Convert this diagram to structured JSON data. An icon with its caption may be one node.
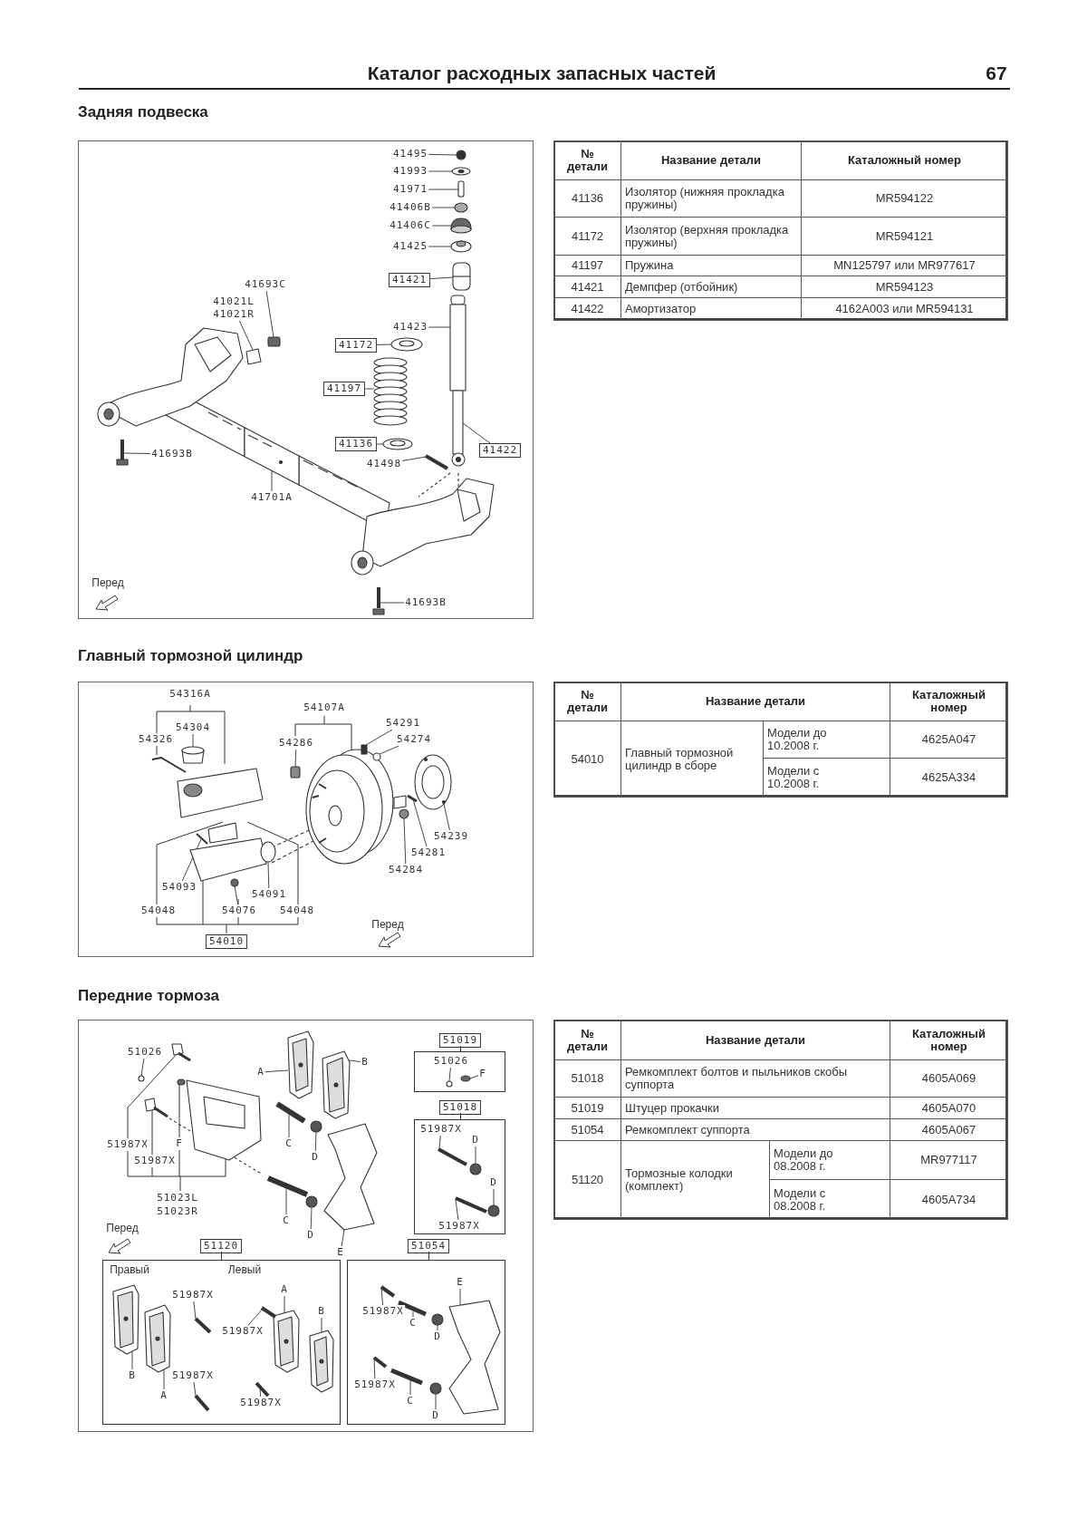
{
  "diagram": {
    "title": "Каталог расходных запасных частей",
    "nodes": [
      {
        "text": [
          "Задняя подвеска"
        ]
      },
      {
        "text": [
          "41495"
        ],
        "in": 0
      },
      {
        "text": [
          "41993"
        ],
        "in": 0
      },
      {
        "text": [
          "41971"
        ],
        "in": 0
      },
      {
        "text": [
          "41406B"
        ],
        "in": 0
      },
      {
        "text": [
          "41406C"
        ],
        "in": 0
      },
      {
        "text": [
          "41425"
        ],
        "in": 0
      },
      {
        "text": [
          "41421"
        ],
        "in": 0
      },
      {
        "text": [
          "41423"
        ],
        "in": 0
      },
      {
        "text": [
          "41172"
        ],
        "in": 0
      },
      {
        "text": [
          "41197"
        ],
        "in": 0
      },
      {
        "text": [
          "41136"
        ],
        "in": 0
      },
      {
        "text": [
          "41498"
        ],
        "in": 0
      },
      {
        "text": [
          "41422"
        ],
        "in": 0
      },
      {
        "text": [
          "41693C"
        ],
        "in": 0
      },
      {
        "text": [
          "41021L",
          "41021R"
        ],
        "in": 0
      },
      {
        "text": [
          "41693B"
        ],
        "in": 0
      },
      {
        "text": [
          "41701A"
        ],
        "in": 0
      },
      {
        "text": [
          "41693B"
        ],
        "in": 0
      },
      {
        "text": [
          "Главный тормозной цилиндр"
        ]
      },
      {
        "text": [
          "54304"
        ],
        "in": 19
      },
      {
        "text": [
          "54286"
        ],
        "in": 19
      },
      {
        "text": [
          "54291"
        ],
        "in": 19
      },
      {
        "text": [
          "54274"
        ],
        "in": 19
      },
      {
        "text": [
          "54239"
        ],
        "in": 19
      },
      {
        "text": [
          "54281"
        ],
        "in": 19
      },
      {
        "text": [
          "54284"
        ],
        "in": 19
      },
      {
        "text": [
          "54093"
        ],
        "in": 19
      },
      {
        "text": [
          "54091"
        ],
        "in": 19
      },
      {
        "text": [
          "54076"
        ],
        "in": 19
      },
      {
        "text": [
          "54010"
        ],
        "in": 19
      },
      {
        "text": [
          "Передние тормоза"
        ]
      },
      {
        "text": [
          "51026"
        ],
        "in": 31
      },
      {
        "text": [
          "A"
        ],
        "in": 31
      },
      {
        "text": [
          "B"
        ],
        "in": 31
      },
      {
        "text": [
          "C"
        ],
        "in": 31
      },
      {
        "text": [
          "D"
        ],
        "in": 31
      },
      {
        "text": [
          "C"
        ],
        "in": 31
      },
      {
        "text": [
          "D"
        ],
        "in": 31
      },
      {
        "text": [
          "E"
        ],
        "in": 31
      },
      {
        "text": [
          "51019"
        ],
        "in": 31
      },
      {
        "text": [
          "51026"
        ],
        "in": 40
      },
      {
        "text": [
          "F"
        ],
        "in": 40
      },
      {
        "text": [
          "51018"
        ],
        "in": 31
      },
      {
        "text": [
          "51987X"
        ],
        "in": 43
      },
      {
        "text": [
          "D"
        ],
        "in": 43
      },
      {
        "text": [
          "D"
        ],
        "in": 43
      },
      {
        "text": [
          "51987X"
        ],
        "in": 43
      },
      {
        "text": [
          "51120"
        ],
        "in": 31
      },
      {
        "text": [
          "B"
        ],
        "in": 48
      },
      {
        "text": [
          "A"
        ],
        "in": 48
      },
      {
        "text": [
          "51987X"
        ],
        "in": 48
      },
      {
        "text": [
          "51987X"
        ],
        "in": 48
      },
      {
        "text": [
          "A"
        ],
        "in": 48
      },
      {
        "text": [
          "51987X"
        ],
        "in": 48
      },
      {
        "text": [
          "B"
        ],
        "in": 48
      },
      {
        "text": [
          "51987X"
        ],
        "in": 48
      },
      {
        "text": [
          "51054"
        ],
        "in": 31
      },
      {
        "text": [
          "51987X"
        ],
        "in": 57
      },
      {
        "text": [
          "C"
        ],
        "in": 57
      },
      {
        "text": [
          "D"
        ],
        "in": 57
      },
      {
        "text": [
          "E"
        ],
        "in": 57
      },
      {
        "text": [
          "51987X"
        ],
        "in": 57
      },
      {
        "text": [
          "C"
        ],
        "in": 57
      },
      {
        "text": [
          "D"
        ],
        "in": 57
      },
      {
        "text": [],
        "shape": "circle",
        "in": 0
      },
      {
        "text": [],
        "shape": "picture",
        "in": 0
      },
      {
        "text": [],
        "shape": "box",
        "in": 0
      },
      {
        "text": [],
        "shape": "circle",
        "in": 0
      },
      {
        "text": [],
        "shape": "box",
        "in": 0
      },
      {
        "text": [],
        "shape": "picture",
        "in": 0
      },
      {
        "text": [],
        "shape": "picture",
        "in": 0
      },
      {
        "text": [],
        "shape": "box",
        "in": 0
      },
      {
        "text": [],
        "shape": "box",
        "in": 0
      },
      {
        "text": [],
        "shape": "picture",
        "in": 0
      },
      {
        "text": [],
        "shape": "picture",
        "in": 0
      },
      {
        "text": [],
        "shape": "picture",
        "in": 0
      },
      {
        "text": [],
        "shape": "picture",
        "in": 0
      },
      {
        "text": [],
        "shape": "box",
        "in": 0
      },
      {
        "text": [],
        "shape": "picture",
        "in": 0
      },
      {
        "text": [],
        "shape": "picture",
        "in": 0
      },
      {
        "text": [],
        "shape": "picture",
        "in": 0
      },
      {
        "text": [],
        "shape": "picture",
        "in": 0
      },
      {
        "text": [],
        "shape": "box",
        "in": 19
      },
      {
        "text": [],
        "shape": "box",
        "in": 19
      },
      {
        "text": [],
        "shape": "box",
        "in": 19
      },
      {
        "text": [],
        "shape": "circle",
        "in": 19
      },
      {
        "text": [],
        "shape": "picture",
        "in": 19
      },
      {
        "text": [],
        "shape": "picture",
        "in": 19
      },
      {
        "text": [],
        "shape": "circle",
        "in": 19
      },
      {
        "text": [],
        "shape": "picture",
        "in": 19
      },
      {
        "text": [],
        "shape": "circle",
        "in": 19
      },
      {
        "text": [],
        "shape": "circle",
        "in": 19
      },
      {
        "text": [],
        "shape": "circle",
        "in": 31
      },
      {
        "text": [],
        "shape": "picture",
        "in": 31
      },
      {
        "text": [],
        "shape": "picture",
        "in": 31
      },
      {
        "text": [],
        "shape": "picture",
        "in": 31
      },
      {
        "text": [],
        "shape": "circle",
        "in": 31
      },
      {
        "text": [],
        "shape": "picture",
        "in": 31
      },
      {
        "text": [],
        "shape": "circle",
        "in": 31
      },
      {
        "text": [],
        "shape": "picture",
        "in": 31
      },
      {
        "text": [],
        "shape": "circle",
        "in": 40
      },
      {
        "text": [],
        "shape": "circle",
        "in": 40
      },
      {
        "text": [],
        "shape": "picture",
        "in": 43
      },
      {
        "text": [],
        "shape": "circle",
        "in": 43
      },
      {
        "text": [],
        "shape": "circle",
        "in": 43
      },
      {
        "text": [],
        "shape": "picture",
        "in": 43
      },
      {
        "text": [],
        "shape": "picture",
        "in": 48
      },
      {
        "text": [],
        "shape": "picture",
        "in": 48
      },
      {
        "text": [],
        "shape": "picture",
        "in": 48
      },
      {
        "text": [],
        "shape": "picture",
        "in": 48
      },
      {
        "text": [],
        "shape": "picture",
        "in": 48
      },
      {
        "text": [],
        "shape": "picture",
        "in": 48
      },
      {
        "text": [],
        "shape": "picture",
        "in": 48
      },
      {
        "text": [],
        "shape": "picture",
        "in": 48
      },
      {
        "text": [],
        "shape": "picture",
        "in": 57
      },
      {
        "text": [],
        "shape": "picture",
        "in": 57
      },
      {
        "text": [],
        "shape": "circle",
        "in": 57
      },
      {
        "text": [],
        "shape": "picture",
        "in": 57
      },
      {
        "text": [],
        "shape": "picture",
        "in": 57
      },
      {
        "text": [],
        "shape": "picture",
        "in": 57
      },
      {
        "text": [],
        "shape": "circle",
        "in": 57
      }
    ],
    "edges": [
      {
        "from": 1,
        "to": 65,
        "arrow": "none"
      },
      {
        "from": 2,
        "to": 66,
        "arrow": "none"
      },
      {
        "from": 3,
        "to": 67,
        "arrow": "none"
      },
      {
        "from": 4,
        "to": 68,
        "arrow": "none"
      },
      {
        "from": 5,
        "to": 69,
        "arrow": "none"
      },
      {
        "from": 6,
        "to": 70,
        "arrow": "none"
      },
      {
        "from": 7,
        "to": 71,
        "arrow": "none"
      },
      {
        "from": 8,
        "to": 72,
        "arrow": "none"
      },
      {
        "from": 9,
        "to": 74,
        "arrow": "none"
      },
      {
        "from": 10,
        "to": 75,
        "arrow": "none"
      },
      {
        "from": 11,
        "to": 76,
        "arrow": "none"
      },
      {
        "from": 12,
        "to": 77,
        "arrow": "none"
      },
      {
        "from": 13,
        "to": 73,
        "arrow": "none"
      },
      {
        "from": 14,
        "to": 78,
        "arrow": "none"
      },
      {
        "from": 15,
        "to": 79,
        "arrow": "none"
      },
      {
        "from": 16,
        "to": 80,
        "arrow": "none"
      },
      {
        "from": 17,
        "to": 81,
        "arrow": "none"
      },
      {
        "from": 18,
        "to": 82,
        "arrow": "none"
      },
      {
        "from": 20,
        "to": 83,
        "arrow": "none"
      },
      {
        "from": 21,
        "to": 84,
        "arrow": "none"
      },
      {
        "from": 22,
        "to": 85,
        "arrow": "none"
      },
      {
        "from": 23,
        "to": 86,
        "arrow": "none"
      },
      {
        "from": 24,
        "to": 87,
        "arrow": "none"
      },
      {
        "from": 25,
        "to": 88,
        "arrow": "none"
      },
      {
        "from": 26,
        "to": 89,
        "arrow": "none"
      },
      {
        "from": 27,
        "to": 90,
        "arrow": "none"
      },
      {
        "from": 28,
        "to": 91,
        "arrow": "none"
      },
      {
        "from": 29,
        "to": 92,
        "arrow": "none"
      },
      {
        "from": 32,
        "to": 93,
        "arrow": "none"
      },
      {
        "from": 33,
        "to": 94,
        "arrow": "none"
      },
      {
        "from": 34,
        "to": 95,
        "arrow": "none"
      },
      {
        "from": 35,
        "to": 96,
        "arrow": "none"
      },
      {
        "from": 36,
        "to": 97,
        "arrow": "none"
      },
      {
        "from": 37,
        "to": 98,
        "arrow": "none"
      },
      {
        "from": 38,
        "to": 99,
        "arrow": "none"
      },
      {
        "from": 39,
        "to": 100,
        "arrow": "none"
      },
      {
        "from": 41,
        "to": 101,
        "arrow": "none"
      },
      {
        "from": 42,
        "to": 102,
        "arrow": "none"
      },
      {
        "from": 44,
        "to": 103,
        "arrow": "none"
      },
      {
        "from": 45,
        "to": 104,
        "arrow": "none"
      },
      {
        "from": 46,
        "to": 105,
        "arrow": "none"
      },
      {
        "from": 47,
        "to": 106,
        "arrow": "none"
      },
      {
        "from": 49,
        "to": 107,
        "arrow": "none"
      },
      {
        "from": 50,
        "to": 108,
        "arrow": "none"
      },
      {
        "from": 51,
        "to": 109,
        "arrow": "none"
      },
      {
        "from": 52,
        "to": 110,
        "arrow": "none"
      },
      {
        "from": 53,
        "to": 111,
        "arrow": "none"
      },
      {
        "from": 54,
        "to": 112,
        "arrow": "none"
      },
      {
        "from": 55,
        "to": 113,
        "arrow": "none"
      },
      {
        "from": 56,
        "to": 114,
        "arrow": "none"
      },
      {
        "from": 58,
        "to": 115,
        "arrow": "none"
      },
      {
        "from": 59,
        "to": 116,
        "arrow": "none"
      },
      {
        "from": 60,
        "to": 117,
        "arrow": "none"
      },
      {
        "from": 61,
        "to": 118,
        "arrow": "none"
      },
      {
        "from": 62,
        "to": 119,
        "arrow": "none"
      },
      {
        "from": 63,
        "to": 120,
        "arrow": "none"
      },
      {
        "from": 64,
        "to": 121,
        "arrow": "none"
      }
    ],
    "labels": [
      "67",
      "Перед",
      "№ детали",
      "Название детали",
      "Каталожный номер",
      "41136",
      "Изолятор (нижняя прокладка пружины)",
      "MR594122",
      "41172",
      "Изолятор (верхняя прокладка пружины)",
      "MR594121",
      "41197",
      "Пружина",
      "MN125797 или MR977617",
      "41421",
      "Демпфер (отбойник)",
      "MR594123",
      "41422",
      "Амортизатор",
      "4162A003 или MR594131",
      "54316A",
      "54326",
      "54107A",
      "54048",
      "54048",
      "Перед",
      "№ детали",
      "Название детали",
      "Каталожный номер",
      "54010",
      "Главный тормозной цилиндр в сборе",
      "Модели до 10.2008 г.",
      "4625A047",
      "Модели с 10.2008 г.",
      "4625A334",
      "51987X",
      "51987X",
      "F",
      "51023L",
      "51023R",
      "Перед",
      "Правый",
      "Левый",
      "№ детали",
      "Название детали",
      "Каталожный номер",
      "51018",
      "Ремкомплект болтов и пыльников скобы суппорта",
      "4605A069",
      "51019",
      "Штуцер прокачки",
      "4605A070",
      "51054",
      "Ремкомплект суппорта",
      "4605A067",
      "51120",
      "Тормозные колодки (комплект)",
      "Модели до 08.2008 г.",
      "MR977117",
      "Модели с 08.2008 г.",
      "4605A734"
    ]
  }
}
